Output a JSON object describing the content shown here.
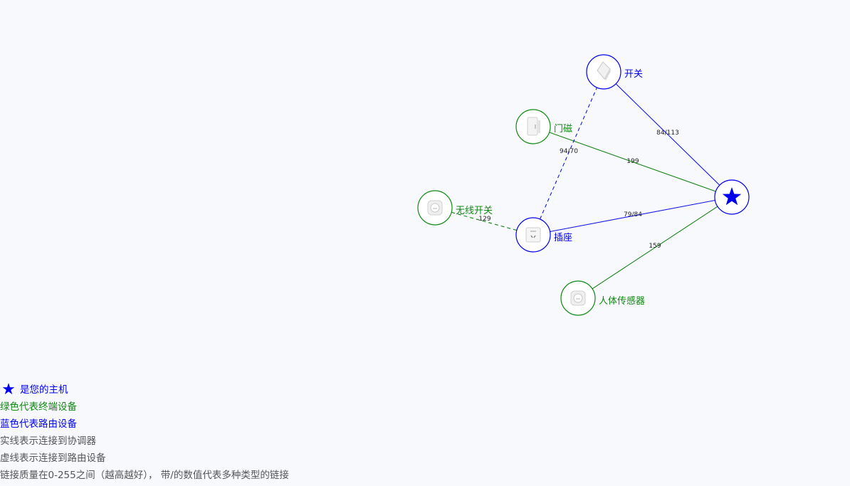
{
  "colors": {
    "router": "#0000ee",
    "end": "#118811",
    "edge_router": "#1515e8",
    "edge_end": "#158015"
  },
  "graph": {
    "nodes": [
      {
        "id": "host",
        "label": "",
        "kind": "host",
        "color": "#0000ee",
        "icon": "star-icon"
      },
      {
        "id": "switch",
        "label": "开关",
        "kind": "router",
        "color": "#0000ee",
        "icon": "switch-panel-icon"
      },
      {
        "id": "door",
        "label": "门磁",
        "kind": "end",
        "color": "#118811",
        "icon": "door-sensor-icon"
      },
      {
        "id": "wireless",
        "label": "无线开关",
        "kind": "end",
        "color": "#118811",
        "icon": "wireless-button-icon"
      },
      {
        "id": "socket",
        "label": "插座",
        "kind": "router",
        "color": "#0000ee",
        "icon": "socket-icon"
      },
      {
        "id": "motion",
        "label": "人体传感器",
        "kind": "end",
        "color": "#118811",
        "icon": "motion-sensor-icon"
      }
    ],
    "edges": [
      {
        "from": "switch",
        "to": "host",
        "label": "84/113",
        "color": "#1515e8",
        "dashed": false
      },
      {
        "from": "door",
        "to": "host",
        "label": "199",
        "color": "#158015",
        "dashed": false
      },
      {
        "from": "socket",
        "to": "host",
        "label": "79/84",
        "color": "#1515e8",
        "dashed": false
      },
      {
        "from": "motion",
        "to": "host",
        "label": "159",
        "color": "#158015",
        "dashed": false
      },
      {
        "from": "socket",
        "to": "switch",
        "label": "94/70",
        "color": "#1515e8",
        "dashed": true
      },
      {
        "from": "wireless",
        "to": "socket",
        "label": "129",
        "color": "#158015",
        "dashed": true
      }
    ]
  },
  "legend": {
    "host": "是您的主机",
    "green": "绿色代表终端设备",
    "blue": "蓝色代表路由设备",
    "solid": "实线表示连接到协调器",
    "dashed": "虚线表示连接到路由设备",
    "quality": "链接质量在0-255之间（越高越好）， 带/的数值代表多种类型的链接"
  }
}
